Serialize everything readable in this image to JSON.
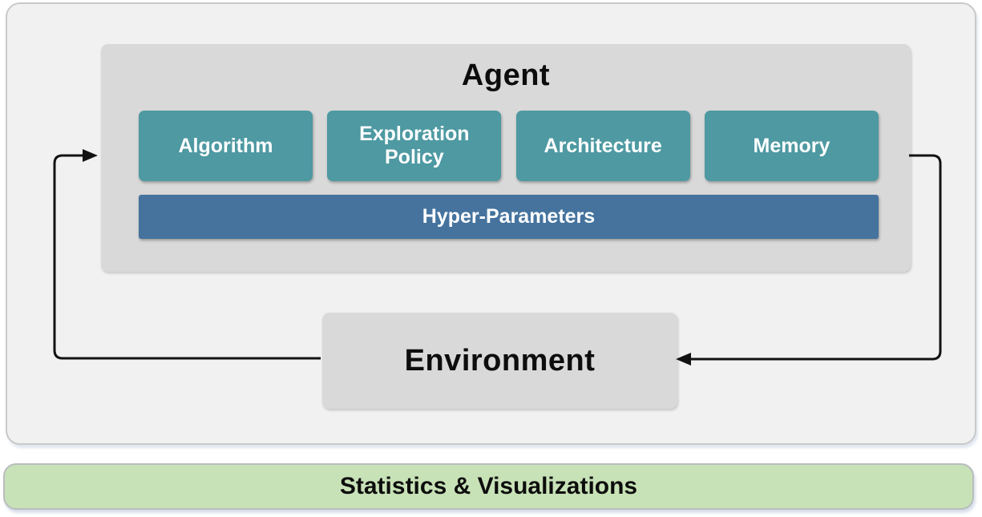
{
  "diagram": {
    "agent": {
      "title": "Agent",
      "components": [
        {
          "label": "Algorithm"
        },
        {
          "label": "Exploration Policy"
        },
        {
          "label": "Architecture"
        },
        {
          "label": "Memory"
        }
      ],
      "hyper_parameters_label": "Hyper-Parameters"
    },
    "environment": {
      "label": "Environment"
    },
    "statistics_bar": {
      "label": "Statistics & Visualizations"
    },
    "colors": {
      "component_teal": "#4e99a2",
      "hyper_blue": "#45739e",
      "box_gray": "#d9d9d9",
      "panel_gray": "#f1f1f2",
      "panel_border": "#c8c9ca",
      "stats_green": "#c8e2b7",
      "stats_border": "#b9bdbf",
      "arrow_black": "#121212"
    }
  }
}
